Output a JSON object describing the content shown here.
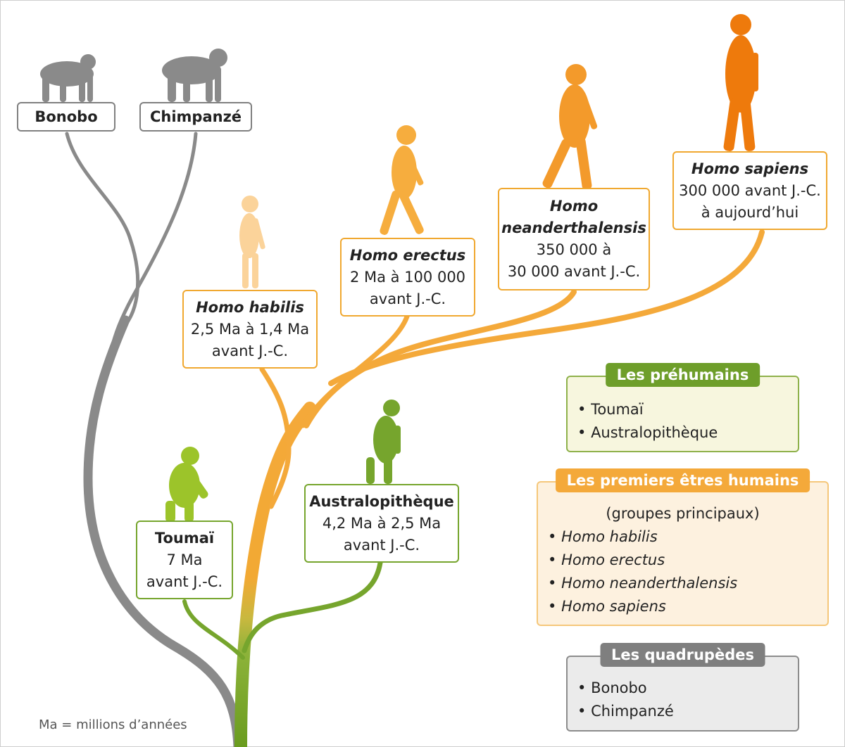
{
  "nodes": {
    "bonobo": {
      "name": "Bonobo"
    },
    "chimpanze": {
      "name": "Chimpanzé"
    },
    "homo_sapiens": {
      "name": "Homo sapiens",
      "date_line1": "300 000 avant J.-C.",
      "date_line2": "à aujourd’hui"
    },
    "homo_neanderthalensis": {
      "name_line1": "Homo",
      "name_line2": "neanderthalensis",
      "date_line1": "350 000 à",
      "date_line2": "30 000 avant J.-C."
    },
    "homo_erectus": {
      "name": "Homo erectus",
      "date_line1": "2 Ma à 100 000",
      "date_line2": "avant J.-C."
    },
    "homo_habilis": {
      "name": "Homo habilis",
      "date_line1": "2,5 Ma à 1,4 Ma",
      "date_line2": "avant J.-C."
    },
    "australopitheque": {
      "name": "Australopithèque",
      "date_line1": "4,2 Ma à 2,5 Ma",
      "date_line2": "avant J.-C."
    },
    "toumai": {
      "name": "Toumaï",
      "date_line1": "7 Ma",
      "date_line2": "avant J.-C."
    }
  },
  "legend": {
    "prehumains": {
      "title": "Les préhumains",
      "items": [
        "Toumaï",
        "Australopithèque"
      ]
    },
    "premiers_humains": {
      "title": "Les premiers êtres humains",
      "subtitle": "(groupes principaux)",
      "items": [
        "Homo habilis",
        "Homo erectus",
        "Homo neanderthalensis",
        "Homo sapiens"
      ]
    },
    "quadrupedes": {
      "title": "Les quadrupèdes",
      "items": [
        "Bonobo",
        "Chimpanzé"
      ]
    }
  },
  "footnote": "Ma = millions d’années",
  "colors": {
    "quadrupedes": "#8a8a8a",
    "prehumains": "#76a52d",
    "premiers_humains": "#f4a93a",
    "toumai_green": "#9cc42a",
    "habilis": "#fbd39a",
    "erectus": "#f6ad3e",
    "neanderthalensis": "#f39a2b",
    "sapiens": "#ee7a0c"
  },
  "icons": [
    "bonobo-silhouette-icon",
    "chimpanze-silhouette-icon",
    "toumai-silhouette-icon",
    "australopitheque-silhouette-icon",
    "homo-habilis-silhouette-icon",
    "homo-erectus-silhouette-icon",
    "homo-neanderthalensis-silhouette-icon",
    "homo-sapiens-silhouette-icon"
  ]
}
